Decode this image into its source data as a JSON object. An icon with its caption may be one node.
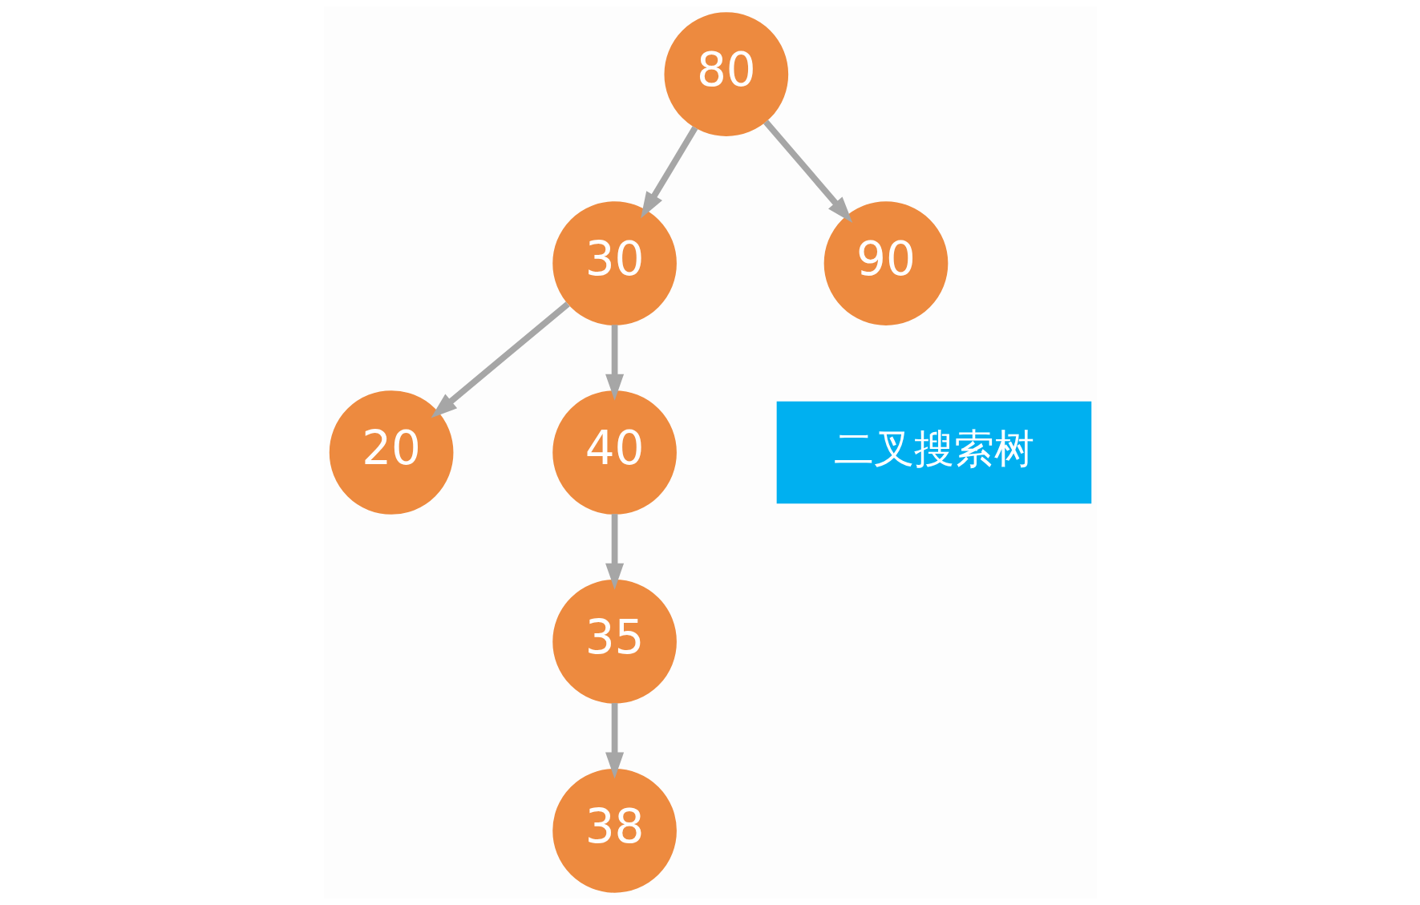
{
  "diagram": {
    "nodes": [
      {
        "text": [
          "80"
        ]
      },
      {
        "text": [
          "30"
        ]
      },
      {
        "text": [
          "90"
        ]
      },
      {
        "text": [
          "20"
        ]
      },
      {
        "text": [
          "40"
        ]
      },
      {
        "text": [
          "35"
        ]
      },
      {
        "text": [
          "38"
        ]
      },
      {
        "text": [
          "二叉搜索树"
        ]
      }
    ],
    "edges": [
      {
        "from": 0,
        "to": 1,
        "arrow": "to"
      },
      {
        "from": 0,
        "to": 2,
        "arrow": "to"
      },
      {
        "from": 1,
        "to": 3,
        "arrow": "to"
      },
      {
        "from": 1,
        "to": 4,
        "arrow": "to"
      },
      {
        "from": 4,
        "to": 5,
        "arrow": "to"
      },
      {
        "from": 5,
        "to": 6,
        "arrow": "to"
      }
    ]
  }
}
